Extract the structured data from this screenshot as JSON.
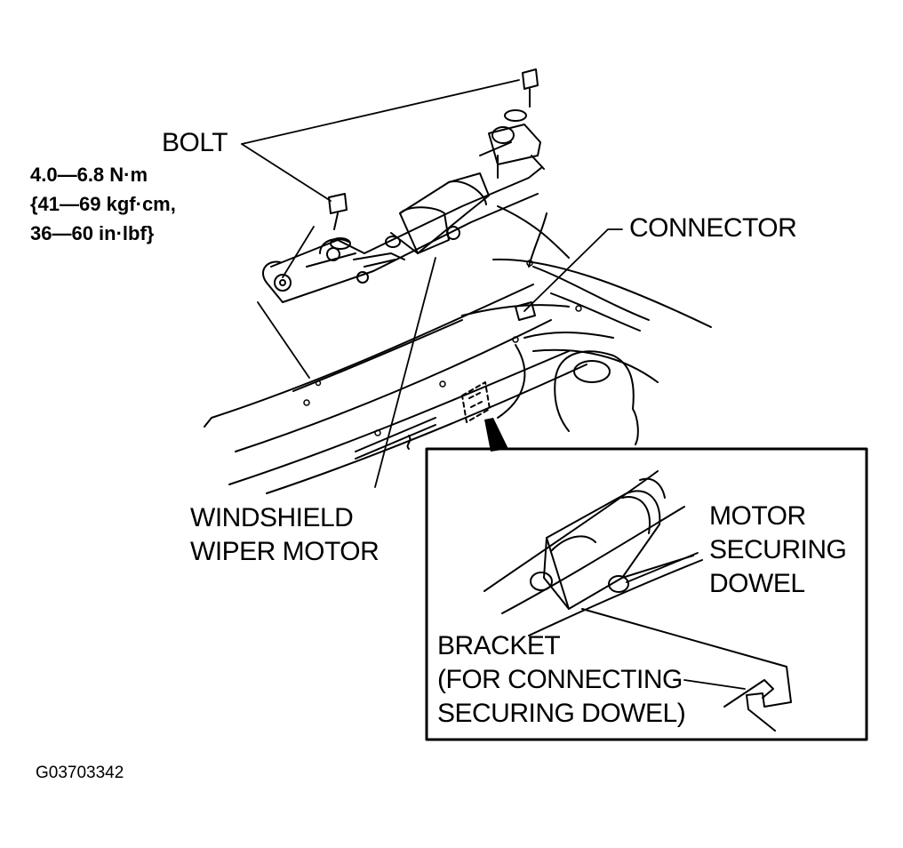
{
  "labels": {
    "bolt": "BOLT",
    "torque_line1": "4.0—6.8 N·m",
    "torque_line2": "{41—69 kgf·cm,",
    "torque_line3": "36—60 in·lbf}",
    "connector": "CONNECTOR",
    "wiper_motor_line1": "WINDSHIELD",
    "wiper_motor_line2": "WIPER MOTOR",
    "dowel_line1": "MOTOR",
    "dowel_line2": "SECURING",
    "dowel_line3": "DOWEL",
    "bracket_line1": "BRACKET",
    "bracket_line2": "(FOR CONNECTING",
    "bracket_line3": "SECURING DOWEL)"
  },
  "figure_id": "G03703342",
  "colors": {
    "ink": "#000000",
    "paper": "#ffffff"
  }
}
